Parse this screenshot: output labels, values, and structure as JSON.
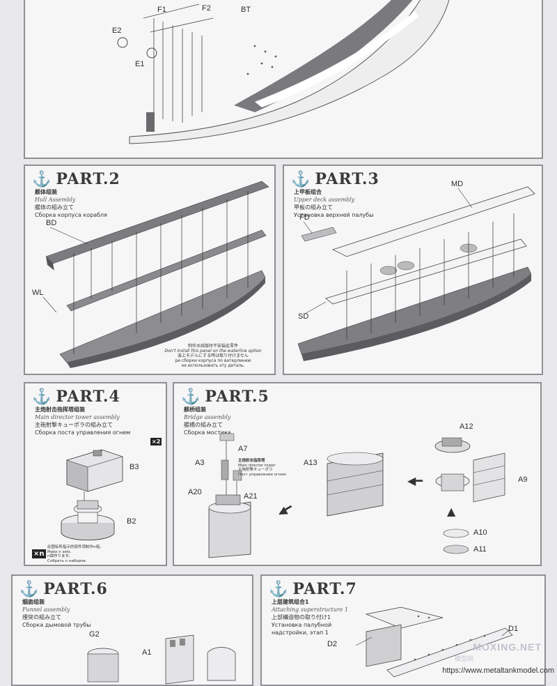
{
  "top_panel": {
    "labels": [
      "F1",
      "F2",
      "BT",
      "E2",
      "E1"
    ]
  },
  "part2": {
    "title": "PART.2",
    "zh": "舰体组装",
    "en": "Hull Assembly",
    "ja": "艦体の組み立て",
    "ru": "Сборка корпуса корабля",
    "labels": [
      "BD",
      "WL"
    ],
    "note": [
      "制作水线版时不安装此零件",
      "Don't install this panel on the waterline option",
      "波上モデルにする時は取り付けません",
      "ри сборки корпуса по ватерлинию",
      "не использовать эту деталь."
    ]
  },
  "part3": {
    "title": "PART.3",
    "zh": "上甲板组合",
    "en": "Upper deck assembly",
    "ja": "甲板の組み立て",
    "ru": "Установка верхней палубы",
    "labels": [
      "MD",
      "FD",
      "SD"
    ]
  },
  "part4": {
    "title": "PART.4",
    "zh": "主炮射击指挥塔组装",
    "en": "Main director tower assembly",
    "ja": "主砲射撃キューポラの組み立て",
    "ru": "Сборка поста управления огнем",
    "labels": [
      "B3",
      "B2"
    ],
    "badge": "×2",
    "xn": "×n",
    "xn_note": [
      "此图标所指示的部件须制作n组。",
      "Make n sets.",
      "n個作ります。",
      "Собрать n наборов."
    ]
  },
  "part5": {
    "title": "PART.5",
    "zh": "舰桥组装",
    "en": "Bridge assembly",
    "ja": "艦橋の組み立て",
    "ru": "Сборка мостика",
    "labels": [
      "A7",
      "A3",
      "A20",
      "A21",
      "A13",
      "A12",
      "A9",
      "A10",
      "A11"
    ],
    "callout": [
      "主炮射击指挥塔",
      "Main director tower",
      "主砲射撃キューポラ",
      "Пост управления огнем"
    ]
  },
  "part6": {
    "title": "PART.6",
    "zh": "烟囱组装",
    "en": "Funnel assembly",
    "ja": "煙突の組み立て",
    "ru": "Сборка дымовой трубы",
    "labels": [
      "G2",
      "A1"
    ]
  },
  "part7": {
    "title": "PART.7",
    "zh": "上层建筑组合1",
    "en": "Attaching superstructure 1",
    "ja": "上部構造物の取り付け1",
    "ru": [
      "Установка палубной",
      "надстройки, этап 1"
    ],
    "labels": [
      "D1",
      "D2"
    ]
  },
  "watermark": "MOXING.NET",
  "watermark_sub": "模型网",
  "url": "https://www.metaltankmodel.com"
}
